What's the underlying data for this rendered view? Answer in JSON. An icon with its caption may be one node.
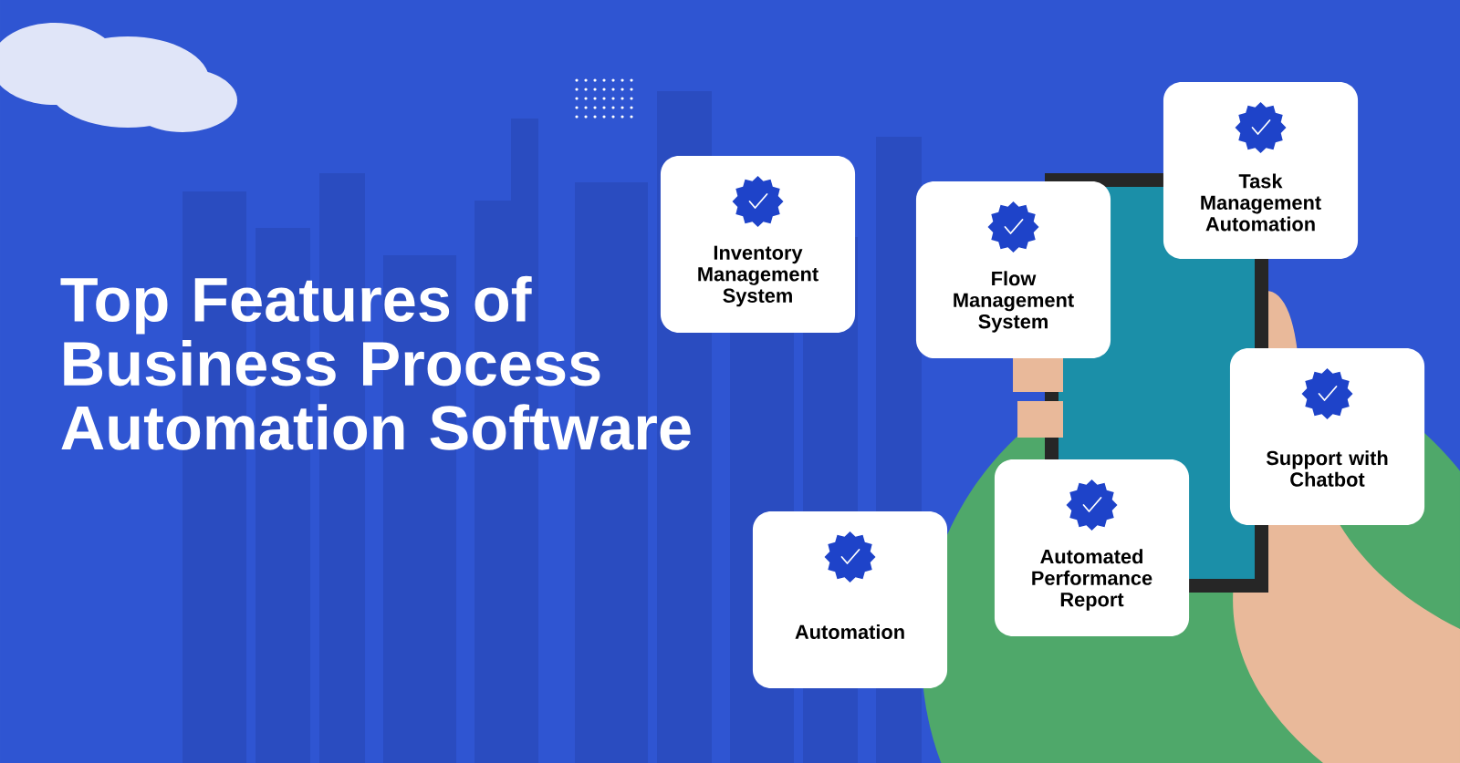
{
  "diagram": {
    "title": "Top Features of Business Process Automation Software",
    "nodes": [
      {
        "text": [
          "Inventory Management System"
        ]
      },
      {
        "text": [
          "Flow Management System"
        ]
      },
      {
        "text": [
          "Task Management Automation"
        ]
      },
      {
        "text": [
          "Support with Chatbot"
        ]
      },
      {
        "text": [
          "Automated Performance Report"
        ]
      },
      {
        "text": [
          "Automation"
        ]
      }
    ]
  }
}
